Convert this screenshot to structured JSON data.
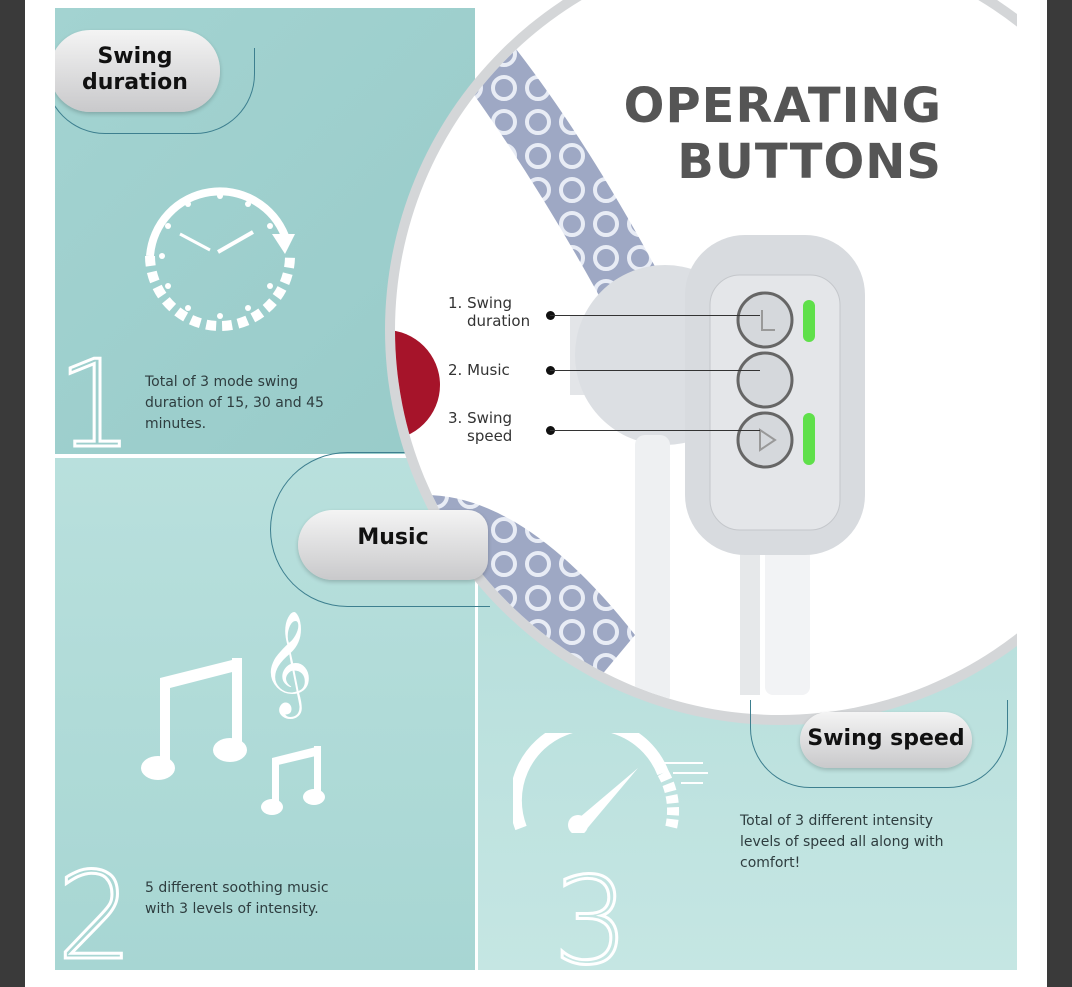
{
  "title": {
    "line1": "OPERATING",
    "line2": "BUTTONS"
  },
  "features": [
    {
      "heading": "Swing duration",
      "number": "1",
      "description": "Total of 3 mode swing duration of 15, 30 and 45 minutes.",
      "icon": "clock-icon"
    },
    {
      "heading": "Music",
      "number": "2",
      "description": "5 different soothing music with 3 levels of intensity.",
      "icon": "music-notes-icon"
    },
    {
      "heading": "Swing speed",
      "number": "3",
      "description": "Total of 3 different intensity levels of speed all along with comfort!",
      "icon": "speedometer-icon"
    }
  ],
  "callouts": {
    "c1a": "1. Swing",
    "c1b": "duration",
    "c2": "2. Music",
    "c3a": "3. Swing",
    "c3b": "speed"
  },
  "colors": {
    "teal": "#a3d3d1",
    "led": "#5fe04a"
  }
}
